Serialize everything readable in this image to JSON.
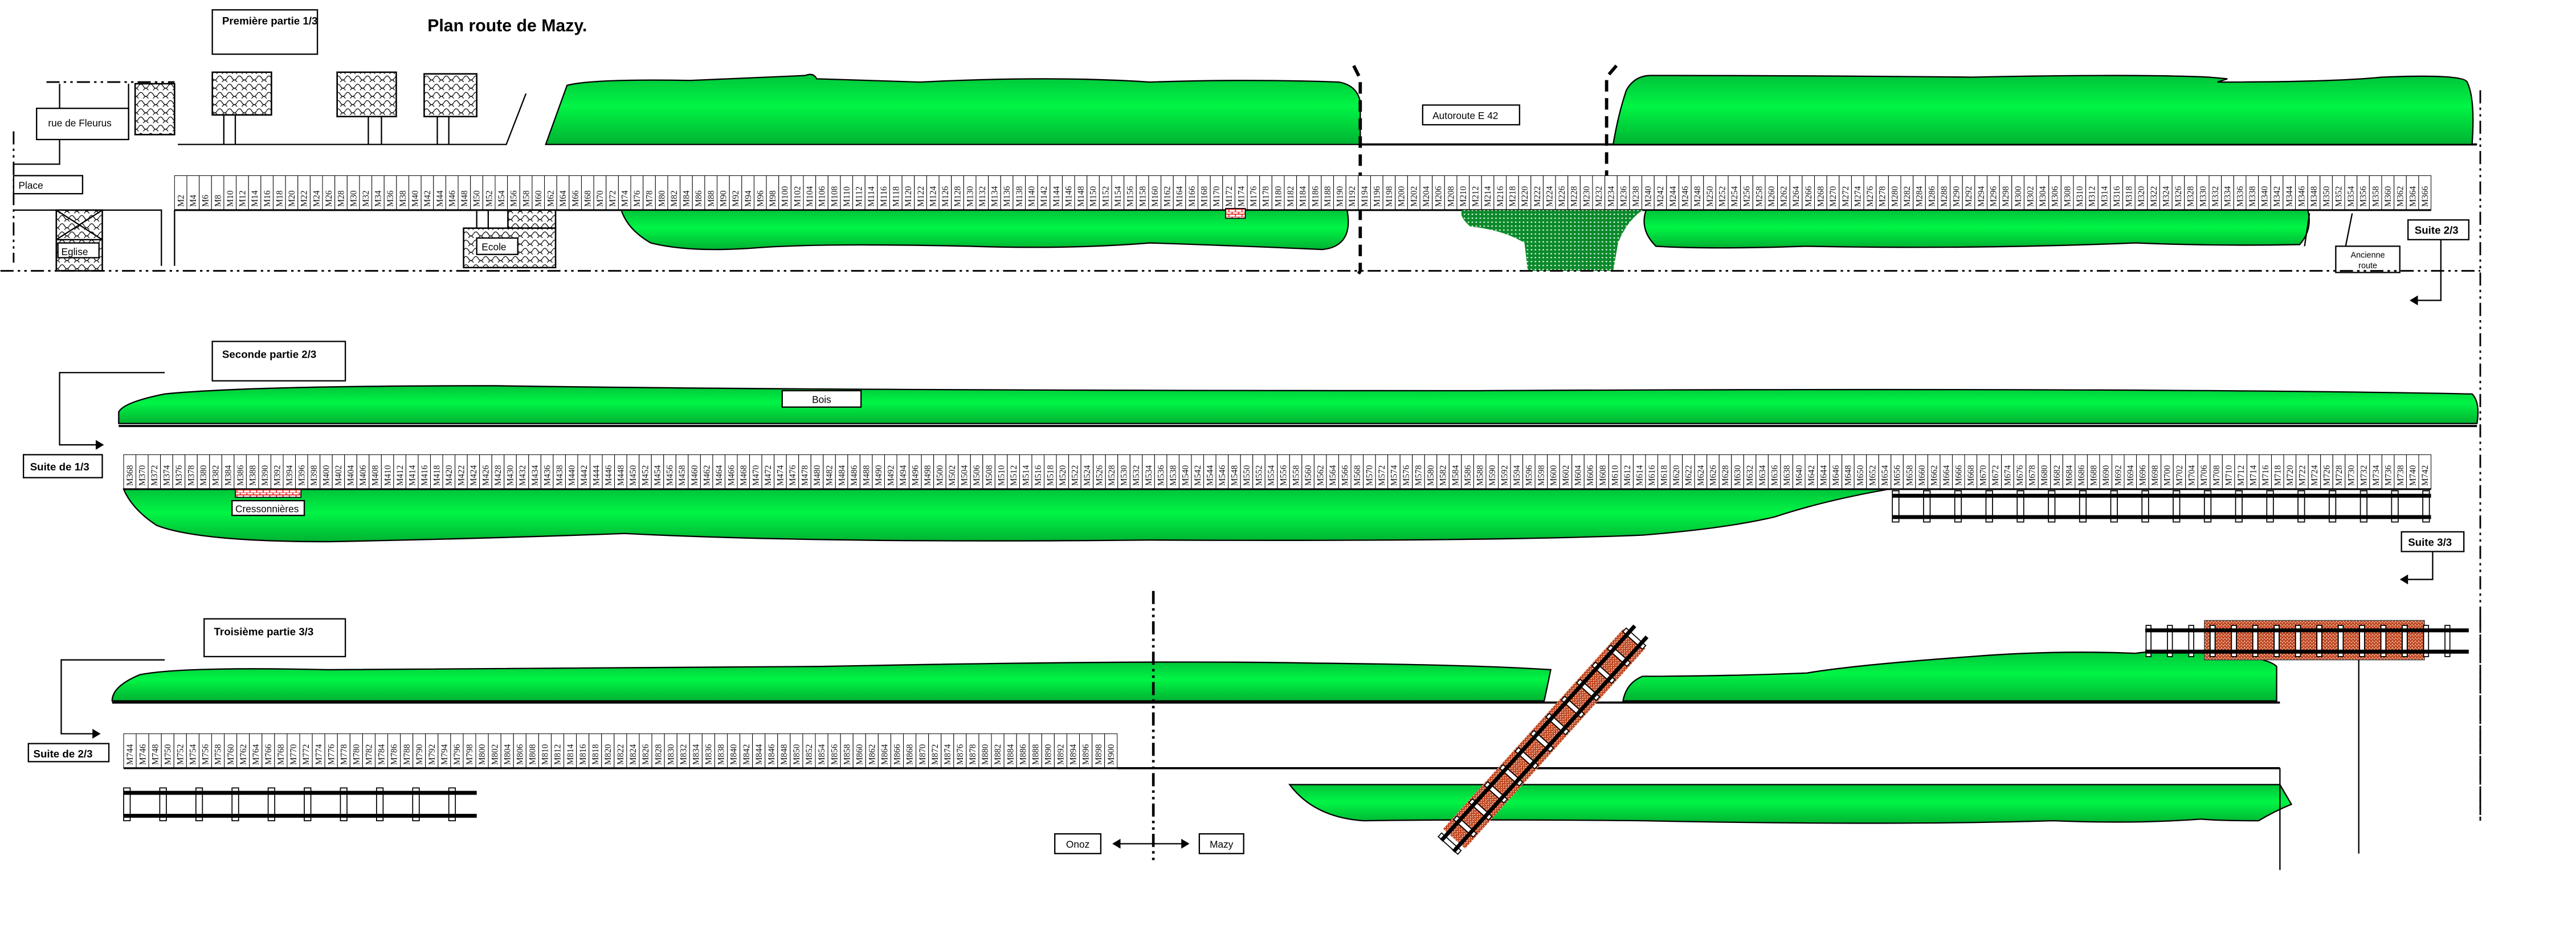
{
  "title": "Plan route de Mazy.",
  "colors": {
    "green": "#00f045",
    "green_dark": "#00b232",
    "brick_red": "#e82020",
    "brick_brown": "#c0441c",
    "dotted_green": "#0a8a2a"
  },
  "sections": [
    {
      "label": "Première partie 1/3",
      "markers": [
        "M2",
        "M4",
        "M6",
        "M8",
        "M10",
        "M12",
        "M14",
        "M16",
        "M18",
        "M20",
        "M22",
        "M24",
        "M26",
        "M28",
        "M30",
        "M32",
        "M34",
        "M36",
        "M38",
        "M40",
        "M42",
        "M44",
        "M46",
        "M48",
        "M50",
        "M52",
        "M54",
        "M56",
        "M58",
        "M60",
        "M62",
        "M64",
        "M66",
        "M68",
        "M70",
        "M72",
        "M74",
        "M76",
        "M78",
        "M80",
        "M82",
        "M84",
        "M86",
        "M88",
        "M90",
        "M92",
        "M94",
        "M96",
        "M98",
        "M100",
        "M102",
        "M104",
        "M106",
        "M108",
        "M110",
        "M112",
        "M114",
        "M116",
        "M118",
        "M120",
        "M122",
        "M124",
        "M126",
        "M128",
        "M130",
        "M132",
        "M134",
        "M136",
        "M138",
        "M140",
        "M142",
        "M144",
        "M146",
        "M148",
        "M150",
        "M152",
        "M154",
        "M156",
        "M158",
        "M160",
        "M162",
        "M164",
        "M166",
        "M168",
        "M170",
        "M172",
        "M174",
        "M176",
        "M178",
        "M180",
        "M182",
        "M184",
        "M186",
        "M188",
        "M190",
        "M192",
        "M194",
        "M196",
        "M198",
        "M200",
        "M202",
        "M204",
        "M206",
        "M208",
        "M210",
        "M212",
        "M214",
        "M216",
        "M218",
        "M220",
        "M222",
        "M224",
        "M226",
        "M228",
        "M230",
        "M232",
        "M234",
        "M236",
        "M238",
        "M240",
        "M242",
        "M244",
        "M246",
        "M248",
        "M250",
        "M252",
        "M254",
        "M256",
        "M258",
        "M260",
        "M262",
        "M264",
        "M266",
        "M268",
        "M270",
        "M272",
        "M274",
        "M276",
        "M278",
        "M280",
        "M282",
        "M284",
        "M286",
        "M288",
        "M290",
        "M292",
        "M294",
        "M296",
        "M298",
        "M300",
        "M302",
        "M304",
        "M306",
        "M308",
        "M310",
        "M312",
        "M314",
        "M316",
        "M318",
        "M320",
        "M322",
        "M324",
        "M326",
        "M328",
        "M330",
        "M332",
        "M334",
        "M336",
        "M338",
        "M340",
        "M342",
        "M344",
        "M346",
        "M348",
        "M350",
        "M352",
        "M354",
        "M356",
        "M358",
        "M360",
        "M362",
        "M364",
        "M366"
      ]
    },
    {
      "label": "Seconde partie 2/3",
      "markers": [
        "M368",
        "M370",
        "M372",
        "M374",
        "M376",
        "M378",
        "M380",
        "M382",
        "M384",
        "M386",
        "M388",
        "M390",
        "M392",
        "M394",
        "M396",
        "M398",
        "M400",
        "M402",
        "M404",
        "M406",
        "M408",
        "M410",
        "M412",
        "M414",
        "M416",
        "M418",
        "M420",
        "M422",
        "M424",
        "M426",
        "M428",
        "M430",
        "M432",
        "M434",
        "M436",
        "M438",
        "M440",
        "M442",
        "M444",
        "M446",
        "M448",
        "M450",
        "M452",
        "M454",
        "M456",
        "M458",
        "M460",
        "M462",
        "M464",
        "M466",
        "M468",
        "M470",
        "M472",
        "M474",
        "M476",
        "M478",
        "M480",
        "M482",
        "M484",
        "M486",
        "M488",
        "M490",
        "M492",
        "M494",
        "M496",
        "M498",
        "M500",
        "M502",
        "M504",
        "M506",
        "M508",
        "M510",
        "M512",
        "M514",
        "M516",
        "M518",
        "M520",
        "M522",
        "M524",
        "M526",
        "M528",
        "M530",
        "M532",
        "M534",
        "M536",
        "M538",
        "M540",
        "M542",
        "M544",
        "M546",
        "M548",
        "M550",
        "M552",
        "M554",
        "M556",
        "M558",
        "M560",
        "M562",
        "M564",
        "M566",
        "M568",
        "M570",
        "M572",
        "M574",
        "M576",
        "M578",
        "M580",
        "M582",
        "M584",
        "M586",
        "M588",
        "M590",
        "M592",
        "M594",
        "M596",
        "M598",
        "M600",
        "M602",
        "M604",
        "M606",
        "M608",
        "M610",
        "M612",
        "M614",
        "M616",
        "M618",
        "M620",
        "M622",
        "M624",
        "M626",
        "M628",
        "M630",
        "M632",
        "M634",
        "M636",
        "M638",
        "M640",
        "M642",
        "M644",
        "M646",
        "M648",
        "M650",
        "M652",
        "M654",
        "M656",
        "M658",
        "M660",
        "M662",
        "M664",
        "M666",
        "M668",
        "M670",
        "M672",
        "M674",
        "M676",
        "M678",
        "M680",
        "M682",
        "M684",
        "M686",
        "M688",
        "M690",
        "M692",
        "M694",
        "M696",
        "M698",
        "M700",
        "M702",
        "M704",
        "M706",
        "M708",
        "M710",
        "M712",
        "M714",
        "M716",
        "M718",
        "M720",
        "M722",
        "M724",
        "M726",
        "M728",
        "M730",
        "M732",
        "M734",
        "M736",
        "M738",
        "M740",
        "M742"
      ]
    },
    {
      "label": "Troisième partie 3/3",
      "markers": [
        "M744",
        "M746",
        "M748",
        "M750",
        "M752",
        "M754",
        "M756",
        "M758",
        "M760",
        "M762",
        "M764",
        "M766",
        "M768",
        "M770",
        "M772",
        "M774",
        "M776",
        "M778",
        "M780",
        "M782",
        "M784",
        "M786",
        "M788",
        "M790",
        "M792",
        "M794",
        "M796",
        "M798",
        "M800",
        "M802",
        "M804",
        "M806",
        "M808",
        "M810",
        "M812",
        "M814",
        "M816",
        "M818",
        "M820",
        "M822",
        "M824",
        "M826",
        "M828",
        "M830",
        "M832",
        "M834",
        "M836",
        "M838",
        "M840",
        "M842",
        "M844",
        "M846",
        "M848",
        "M850",
        "M852",
        "M854",
        "M856",
        "M858",
        "M860",
        "M862",
        "M864",
        "M866",
        "M868",
        "M870",
        "M872",
        "M874",
        "M876",
        "M878",
        "M880",
        "M882",
        "M884",
        "M886",
        "M888",
        "M890",
        "M892",
        "M894",
        "M896",
        "M898",
        "M900"
      ]
    }
  ],
  "labels": {
    "rue_de_fleurus": "rue de Fleurus",
    "place": "Place",
    "eglise": "Eglise",
    "ecole": "Ecole",
    "autoroute": "Autoroute E 42",
    "ancienne_route_line1": "Ancienne",
    "ancienne_route_line2": "route",
    "suite_2_3": "Suite 2/3",
    "suite_de_1_3": "Suite de 1/3",
    "bois": "Bois",
    "cressonnieres": "Cressonnières",
    "suite_3_3": "Suite 3/3",
    "suite_de_2_3": "Suite de 2/3",
    "onoz": "Onoz",
    "mazy": "Mazy"
  }
}
